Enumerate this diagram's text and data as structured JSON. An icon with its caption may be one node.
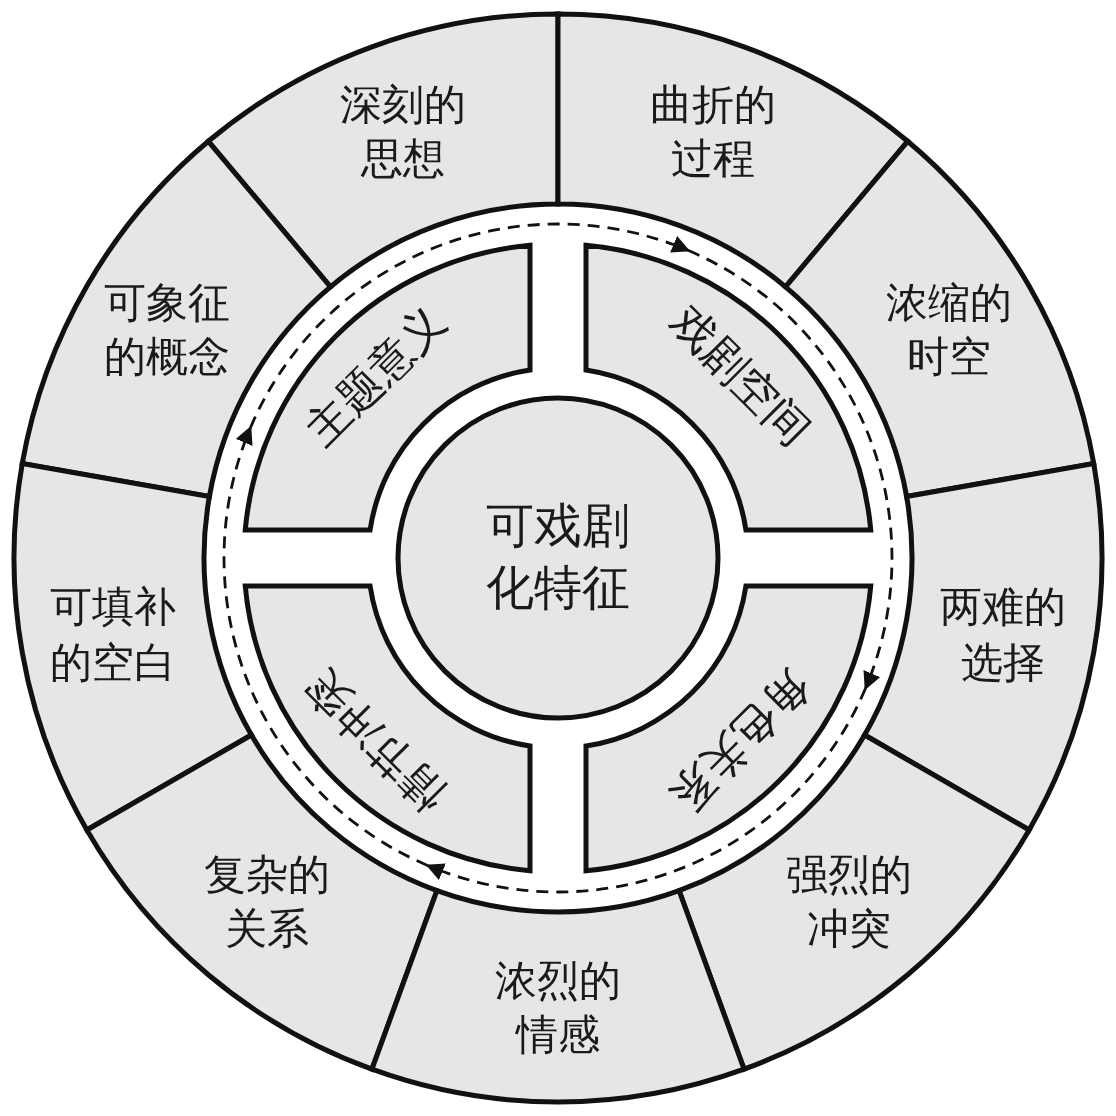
{
  "diagram": {
    "nodes": [
      {
        "text": [
          "可戏剧化特征"
        ]
      },
      {
        "text": [
          "主题意义"
        ]
      },
      {
        "text": [
          "戏剧空间"
        ]
      },
      {
        "text": [
          "角色关系"
        ]
      },
      {
        "text": [
          "情节冲突"
        ]
      },
      {
        "text": [
          "深刻的思想"
        ]
      },
      {
        "text": [
          "曲折的过程"
        ]
      },
      {
        "text": [
          "可象征的概念"
        ]
      },
      {
        "text": [
          "浓缩的时空"
        ]
      },
      {
        "text": [
          "可填补的空白"
        ]
      },
      {
        "text": [
          "两难的选择"
        ]
      },
      {
        "text": [
          "复杂的关系"
        ]
      },
      {
        "text": [
          "强烈的冲突"
        ]
      },
      {
        "text": [
          "浓烈的情感"
        ]
      }
    ],
    "edges": [
      {
        "from": 1,
        "to": 2,
        "arrow": "to",
        "style": "dashed"
      },
      {
        "from": 2,
        "to": 3,
        "arrow": "to",
        "style": "dashed"
      },
      {
        "from": 3,
        "to": 4,
        "arrow": "to",
        "style": "dashed"
      },
      {
        "from": 4,
        "to": 1,
        "arrow": "to",
        "style": "dashed"
      }
    ]
  }
}
